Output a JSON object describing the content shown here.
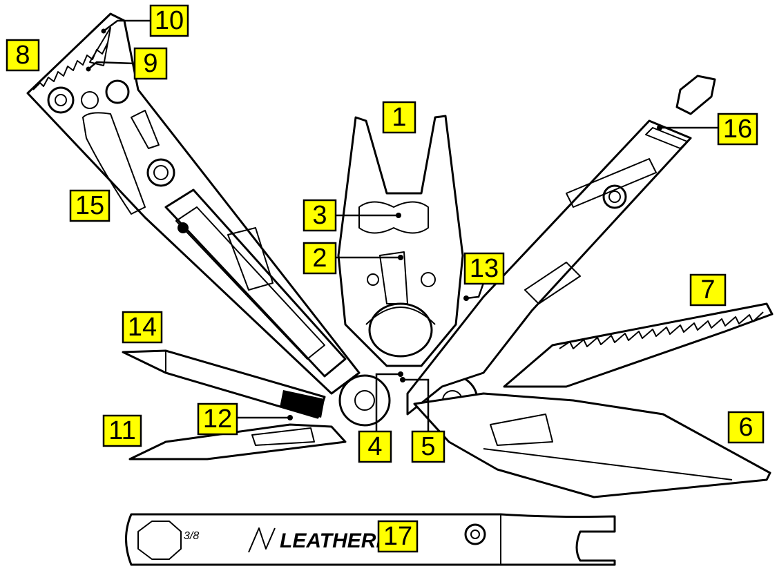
{
  "diagram": {
    "callouts": [
      "1",
      "2",
      "3",
      "4",
      "5",
      "6",
      "7",
      "8",
      "9",
      "10",
      "11",
      "12",
      "13",
      "14",
      "15",
      "16",
      "17"
    ],
    "brand_text": "LEATHERM",
    "size_text": "3/8"
  },
  "colors": {
    "callout_fill": "#ffff00",
    "outline": "#000000",
    "background": "#ffffff",
    "band_black": "#000000"
  }
}
